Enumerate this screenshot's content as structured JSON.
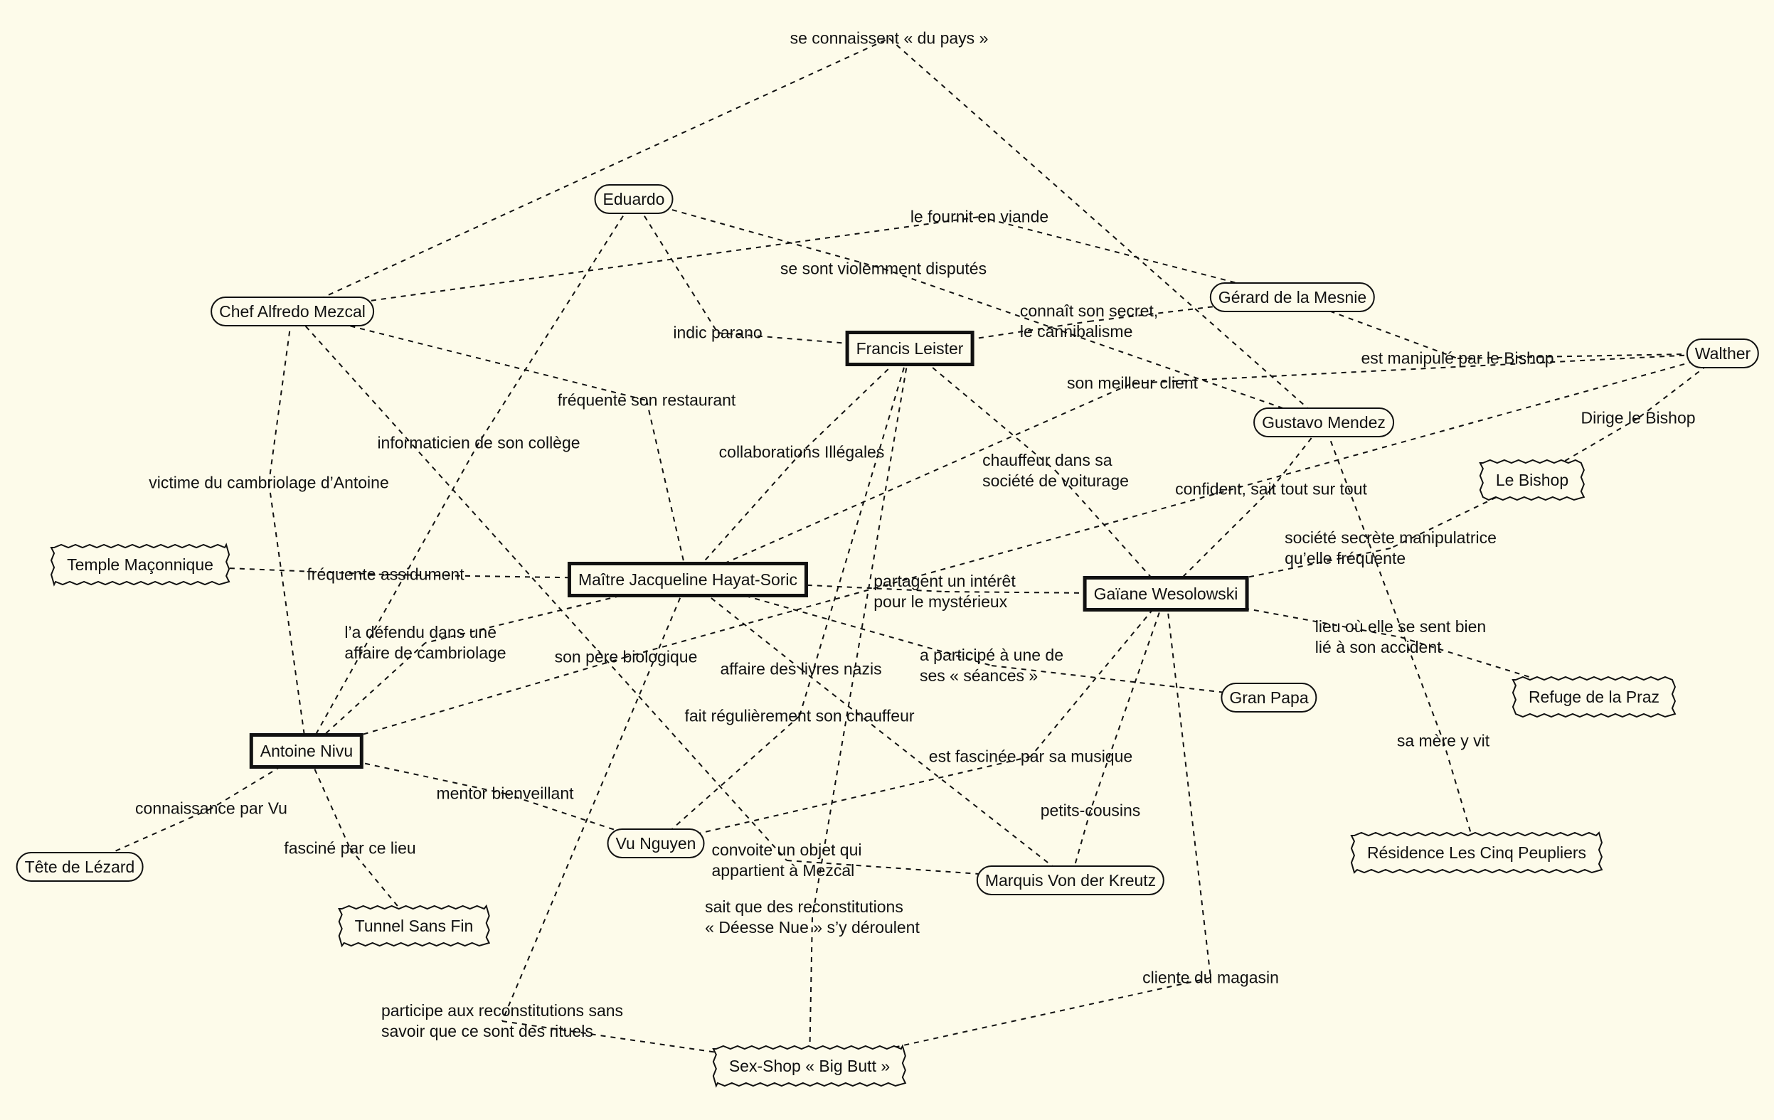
{
  "nodes": {
    "eduardo": {
      "label": "Eduardo",
      "shape": "rounded"
    },
    "chef_alfredo_mezcal": {
      "label": "Chef Alfredo Mezcal",
      "shape": "rounded"
    },
    "francis_leister": {
      "label": "Francis Leister",
      "shape": "bold"
    },
    "gerard_de_la_mesnie": {
      "label": "Gérard de la Mesnie",
      "shape": "rounded"
    },
    "walther": {
      "label": "Walther",
      "shape": "rounded"
    },
    "gustavo_mendez": {
      "label": "Gustavo Mendez",
      "shape": "rounded"
    },
    "le_bishop": {
      "label": "Le Bishop",
      "shape": "wavy"
    },
    "temple_maconnique": {
      "label": "Temple Maçonnique",
      "shape": "wavy"
    },
    "jacqueline_hayat_soric": {
      "label": "Maître Jacqueline Hayat-Soric",
      "shape": "bold"
    },
    "gaiane_wesolowski": {
      "label": "Gaïane Wesolowski",
      "shape": "bold"
    },
    "gran_papa": {
      "label": "Gran Papa",
      "shape": "rounded"
    },
    "refuge_de_la_praz": {
      "label": "Refuge de la Praz",
      "shape": "wavy"
    },
    "antoine_nivu": {
      "label": "Antoine Nivu",
      "shape": "bold"
    },
    "vu_nguyen": {
      "label": "Vu Nguyen",
      "shape": "rounded"
    },
    "marquis_von_der_kreutz": {
      "label": "Marquis Von der Kreutz",
      "shape": "rounded"
    },
    "residence_cinq_peupliers": {
      "label": "Résidence Les Cinq Peupliers",
      "shape": "wavy"
    },
    "tete_de_lezard": {
      "label": "Tête de Lézard",
      "shape": "rounded"
    },
    "tunnel_sans_fin": {
      "label": "Tunnel Sans Fin",
      "shape": "wavy"
    },
    "sex_shop_big_butt": {
      "label": "Sex-Shop « Big Butt »",
      "shape": "wavy"
    }
  },
  "relations": {
    "se_connaissent_du_pays": {
      "label": "se connaissent « du pays »",
      "from": "chef_alfredo_mezcal",
      "to": "gustavo_mendez"
    },
    "le_fournit_en_viande": {
      "label": "le fournit en viande",
      "from": "chef_alfredo_mezcal",
      "to": "gerard_de_la_mesnie"
    },
    "se_sont_violemment_disputes": {
      "label": "se sont violemment disputés",
      "from": "eduardo",
      "to": "gustavo_mendez"
    },
    "connait_son_secret": {
      "label": "connaît son secret,\nle cannibalisme",
      "from": "francis_leister",
      "to": "gerard_de_la_mesnie"
    },
    "indic_parano": {
      "label": "indic parano",
      "from": "eduardo",
      "to": "francis_leister"
    },
    "est_manipule_par_le_bishop": {
      "label": "est manipulé par le Bishop",
      "from": "gerard_de_la_mesnie",
      "to": "walther"
    },
    "son_meilleur_client": {
      "label": "son meilleur client",
      "from": "jacqueline_hayat_soric",
      "to": "walther"
    },
    "frequente_son_restaurant": {
      "label": "fréquente son restaurant",
      "from": "chef_alfredo_mezcal",
      "to": "jacqueline_hayat_soric"
    },
    "informaticien_de_son_college": {
      "label": "informaticien de son collège",
      "from": "eduardo",
      "to": "antoine_nivu"
    },
    "dirige_le_bishop": {
      "label": "Dirige le Bishop",
      "from": "walther",
      "to": "le_bishop"
    },
    "collaborations_illegales": {
      "label": "collaborations Illégales",
      "from": "francis_leister",
      "to": "jacqueline_hayat_soric"
    },
    "chauffeur_dans_sa_societe": {
      "label": "chauffeur dans sa\nsociété de voiturage",
      "from": "francis_leister",
      "to": "gaiane_wesolowski"
    },
    "victime_du_cambriolage": {
      "label": "victime du cambriolage d’Antoine",
      "from": "chef_alfredo_mezcal",
      "to": "antoine_nivu"
    },
    "confident_sait_tout": {
      "label": "confident, sait tout sur tout",
      "from": "gustavo_mendez",
      "to": "gaiane_wesolowski"
    },
    "societe_secrete_manipulatrice": {
      "label": "société secrète manipulatrice\nqu’elle fréquente",
      "from": "le_bishop",
      "to": "gaiane_wesolowski"
    },
    "frequente_assidument": {
      "label": "fréquente assidument",
      "from": "temple_maconnique",
      "to": "jacqueline_hayat_soric"
    },
    "partagent_un_interet": {
      "label": "partagent un intérêt\npour le mystérieux",
      "from": "jacqueline_hayat_soric",
      "to": "gaiane_wesolowski"
    },
    "l_a_defendu": {
      "label": "l’a défendu dans une\naffaire de cambriolage",
      "from": "jacqueline_hayat_soric",
      "to": "antoine_nivu"
    },
    "son_pere_biologique": {
      "label": "son père biologique",
      "from": "walther",
      "to": "antoine_nivu"
    },
    "lieu_ou_elle_se_sent_bien": {
      "label": "lieu où elle se sent bien\nlié à son accident",
      "from": "gaiane_wesolowski",
      "to": "refuge_de_la_praz"
    },
    "a_participe_aux_seances": {
      "label": "a participé à une de\nses « séances »",
      "from": "jacqueline_hayat_soric",
      "to": "gran_papa"
    },
    "affaire_des_livres_nazis": {
      "label": "affaire des livres nazis",
      "from": "jacqueline_hayat_soric",
      "to": "marquis_von_der_kreutz"
    },
    "fait_regulierement_son_chauffeur": {
      "label": "fait régulièrement son chauffeur",
      "from": "francis_leister",
      "to": "vu_nguyen"
    },
    "sa_mere_y_vit": {
      "label": "sa mère y vit",
      "from": "gustavo_mendez",
      "to": "residence_cinq_peupliers"
    },
    "est_fascinee_par_sa_musique": {
      "label": "est fascinée par sa musique",
      "from": "gaiane_wesolowski",
      "to": "vu_nguyen"
    },
    "mentor_bienveillant": {
      "label": "mentor bienveillant",
      "from": "antoine_nivu",
      "to": "vu_nguyen"
    },
    "connaissance_par_vu": {
      "label": "connaissance par Vu",
      "from": "antoine_nivu",
      "to": "tete_de_lezard"
    },
    "petits_cousins": {
      "label": "petits-cousins",
      "from": "gaiane_wesolowski",
      "to": "marquis_von_der_kreutz"
    },
    "fascine_par_ce_lieu": {
      "label": "fasciné par ce lieu",
      "from": "antoine_nivu",
      "to": "tunnel_sans_fin"
    },
    "convoite_un_objet": {
      "label": "convoite un objet qui\nappartient à Mezcal",
      "from": "chef_alfredo_mezcal",
      "to": "marquis_von_der_kreutz"
    },
    "sait_que_des_reconstitutions": {
      "label": "sait que des reconstitutions\n« Déesse Nue » s’y déroulent",
      "from": "francis_leister",
      "to": "sex_shop_big_butt"
    },
    "cliente_du_magasin": {
      "label": "cliente du magasin",
      "from": "gaiane_wesolowski",
      "to": "sex_shop_big_butt"
    },
    "participe_aux_reconstitutions": {
      "label": "participe aux reconstitutions sans\nsavoir que ce sont des rituels",
      "from": "jacqueline_hayat_soric",
      "to": "sex_shop_big_butt"
    }
  }
}
